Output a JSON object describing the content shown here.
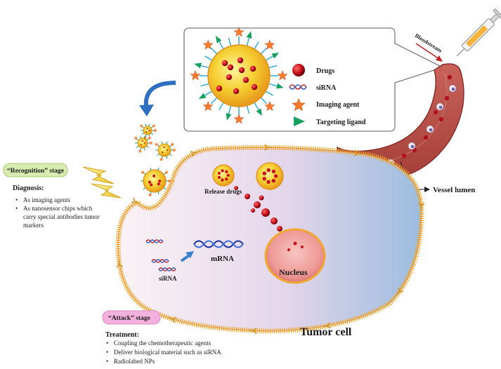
{
  "callout": {
    "legend": [
      {
        "label": "Drugs",
        "icon": "drug-sphere-icon"
      },
      {
        "label": "siRNA",
        "icon": "sirna-helix-icon"
      },
      {
        "label": "Imaging agent",
        "icon": "star-icon"
      },
      {
        "label": "Targeting ligand",
        "icon": "triangle-icon"
      }
    ]
  },
  "vessel": {
    "bloodstream_label": "Bloodstream",
    "lumen_label": "Vessel lumen"
  },
  "recognition": {
    "stage_label": "“Recognition” stage",
    "heading": "Diagnosis:",
    "items": [
      "As imaging  agents",
      "As nanosensor chips which",
      "carry special antibodies tumor",
      "markers"
    ]
  },
  "cell": {
    "release_label": "Release drugs",
    "mrna_label": "mRNA",
    "sirna_label": "siRNA",
    "nucleus_label": "Nucleus",
    "title": "Tumor cell"
  },
  "attack": {
    "stage_label": "“Attack” stage",
    "heading": "Treatment:",
    "items": [
      "Coupling the chemotherapeutic agents",
      "Deliver biological material such as siRNA",
      "Radiolabed NPs"
    ]
  },
  "colors": {
    "membrane": "#f0a830",
    "nanoparticle": "#f2c431",
    "drug": "#c8101a",
    "ligand": "#18a060",
    "imaging": "#ff7a2f",
    "vessel": "#c0524a",
    "arrow": "#2f6fbf",
    "tumor_title": "#e07b22",
    "nucleus": "#e8868a"
  }
}
